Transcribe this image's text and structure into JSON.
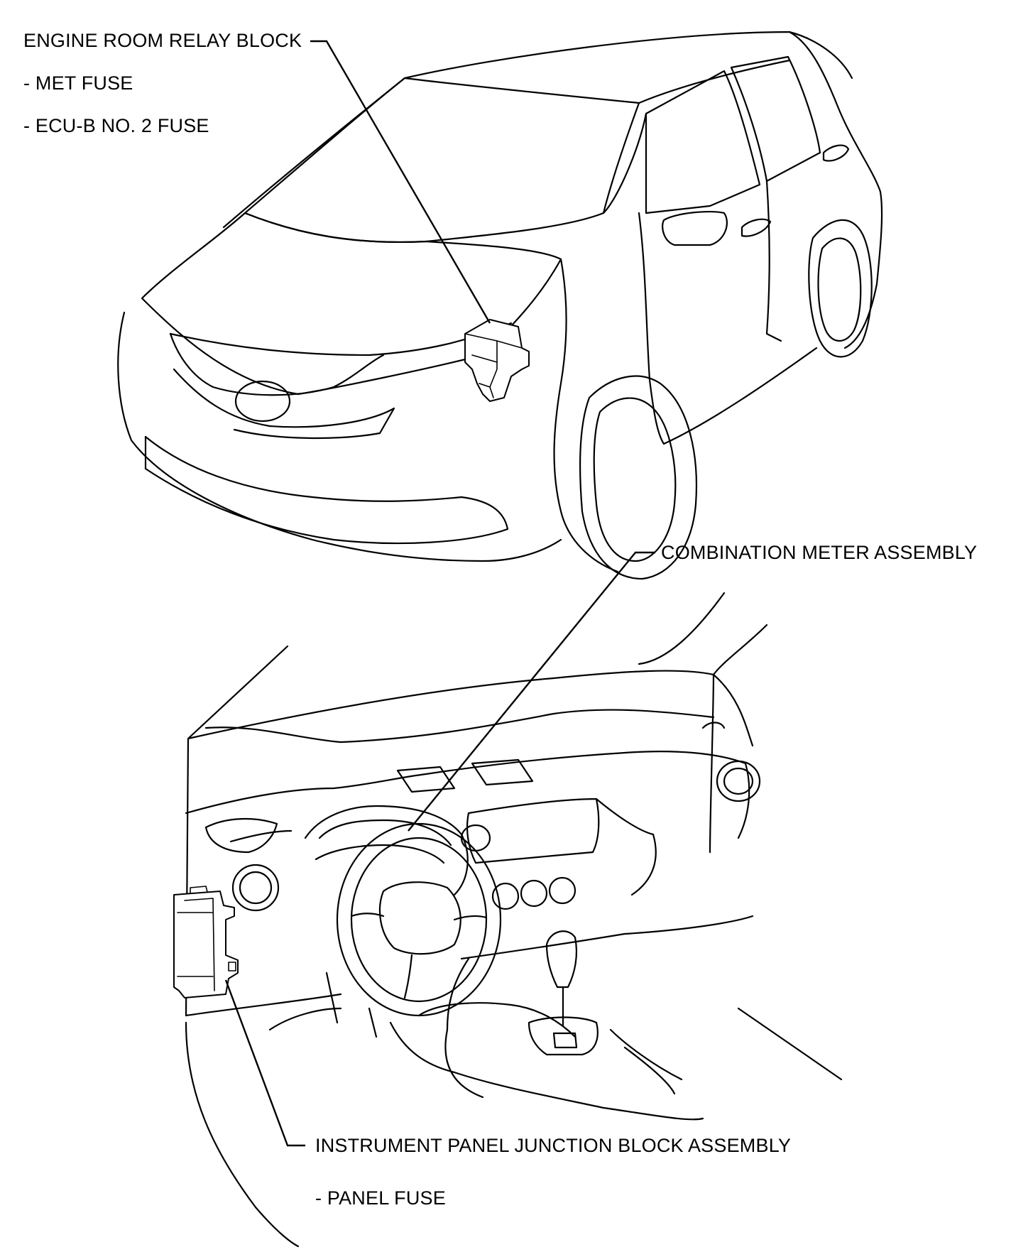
{
  "labels": {
    "engine_room_relay_block": "ENGINE ROOM RELAY BLOCK",
    "met_fuse": "- MET FUSE",
    "ecu_b_no2_fuse": "- ECU-B NO. 2 FUSE",
    "combination_meter_assembly": "COMBINATION METER ASSEMBLY",
    "instrument_panel_junction_block": "INSTRUMENT PANEL JUNCTION BLOCK ASSEMBLY",
    "panel_fuse": "- PANEL FUSE"
  }
}
